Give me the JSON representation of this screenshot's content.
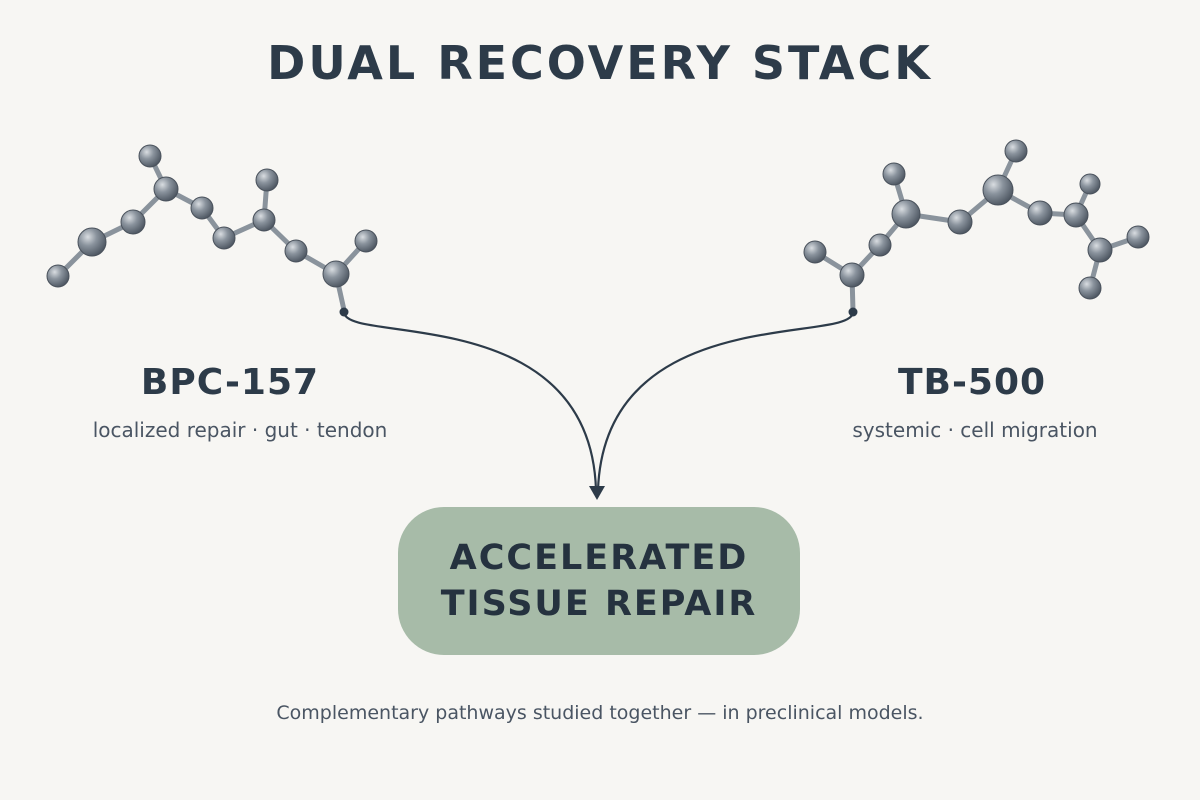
{
  "title": "DUAL RECOVERY STACK",
  "left_peptide": {
    "name": "BPC-157",
    "description": "localized repair · gut · tendon"
  },
  "right_peptide": {
    "name": "TB-500",
    "description": "systemic · cell migration"
  },
  "outcome": {
    "line1": "ACCELERATED",
    "line2": "TISSUE REPAIR"
  },
  "footnote": "Complementary pathways studied together — in preclinical models.",
  "colors": {
    "background": "#f7f6f3",
    "text_dark": "#2d3b49",
    "outcome_fill": "#a7bba8",
    "atom": "#7d8792",
    "bond": "#8a939c"
  },
  "icons": [
    "molecule-icon-left",
    "molecule-icon-right",
    "arrow-head-icon"
  ]
}
